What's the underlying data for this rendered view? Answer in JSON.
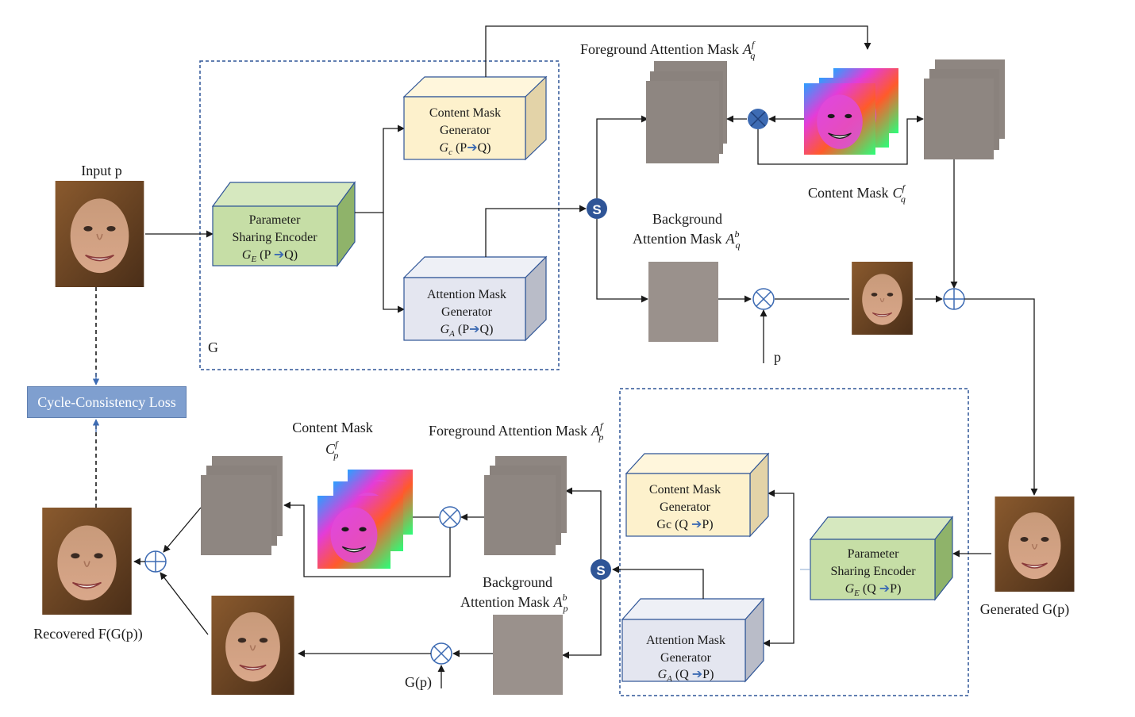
{
  "labels": {
    "input": "Input p",
    "g_label": "G",
    "fg_mask_q": "Foreground Attention Mask",
    "content_mask_q": "Content Mask",
    "bg_mask_q_l1": "Background",
    "bg_mask_q_l2": "Attention Mask",
    "p_input": "p",
    "loss": "Cycle-Consistency Loss",
    "content_mask_p": "Content Mask",
    "fg_mask_p": "Foreground Attention Mask",
    "bg_mask_p_l1": "Background",
    "bg_mask_p_l2": "Attention Mask",
    "gp_input": "G(p)",
    "generated": "Generated G(p)",
    "recovered": "Recovered F(G(p))"
  },
  "symbols": {
    "A": "A",
    "C": "C",
    "G": "G",
    "f": "f",
    "b": "b",
    "q": "q",
    "p": "p",
    "s": "S"
  },
  "boxes_top": {
    "content": {
      "l1": "Content Mask",
      "l2": "Generator",
      "l3_pre": "G",
      "l3_sub": "c",
      "l3_post": " (P",
      "l3_end": "Q)"
    },
    "encoder": {
      "l1": "Parameter",
      "l2": "Sharing Encoder",
      "l3_pre": "G",
      "l3_sub": "E",
      "l3_post": " (P",
      "l3_end": "Q)"
    },
    "attention": {
      "l1": "Attention Mask",
      "l2": "Generator",
      "l3_pre": "G",
      "l3_sub": "A",
      "l3_post": "  (P",
      "l3_end": "Q)"
    }
  },
  "boxes_bottom": {
    "content": {
      "l1": "Content Mask",
      "l2": "Generator",
      "l3_pre": "Gc (Q ",
      "l3_end": "P)"
    },
    "encoder": {
      "l1": "Parameter",
      "l2": "Sharing Encoder",
      "l3_pre": "G",
      "l3_sub": "E",
      "l3_post": " (Q ",
      "l3_end": "P)"
    },
    "attention": {
      "l1": "Attention Mask",
      "l2": "Generator",
      "l3_pre": "G",
      "l3_sub": "A",
      "l3_post": " (Q ",
      "l3_end": "P)"
    }
  },
  "colors": {
    "content_face": "#fdf1cc",
    "content_side": "#e3d3a8",
    "encoder_face": "#c6dea6",
    "encoder_side": "#8fb36a",
    "attention_face": "#e4e6f0",
    "attention_side": "#b9bcc8",
    "box_edge": "#2f5597",
    "mask_gray": "#8e8681",
    "op_blue": "#3d6bb3",
    "dash_blue": "#2f5597"
  }
}
